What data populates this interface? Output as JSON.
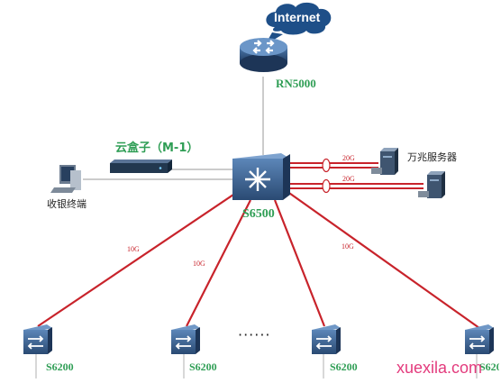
{
  "cloud": {
    "label": "Internet"
  },
  "router": {
    "label": "RN5000"
  },
  "core": {
    "label": "S6500"
  },
  "cloudbox": {
    "label": "云盒子（M-1）"
  },
  "terminal": {
    "label": "收银终端"
  },
  "servers": {
    "label": "万兆服务器",
    "link1": "20G",
    "link2": "20G"
  },
  "links": {
    "a": "10G",
    "b": "10G",
    "c": "10G"
  },
  "access": [
    {
      "label": "S6200"
    },
    {
      "label": "S6200"
    },
    {
      "label": "S6200"
    },
    {
      "label": "S620"
    }
  ],
  "ellipsis": "······",
  "watermark": "xuexila.com",
  "colors": {
    "link": "#c8232b",
    "line": "#9a9a9a",
    "label_green": "#2f9e55",
    "device": "#2c4f77"
  }
}
